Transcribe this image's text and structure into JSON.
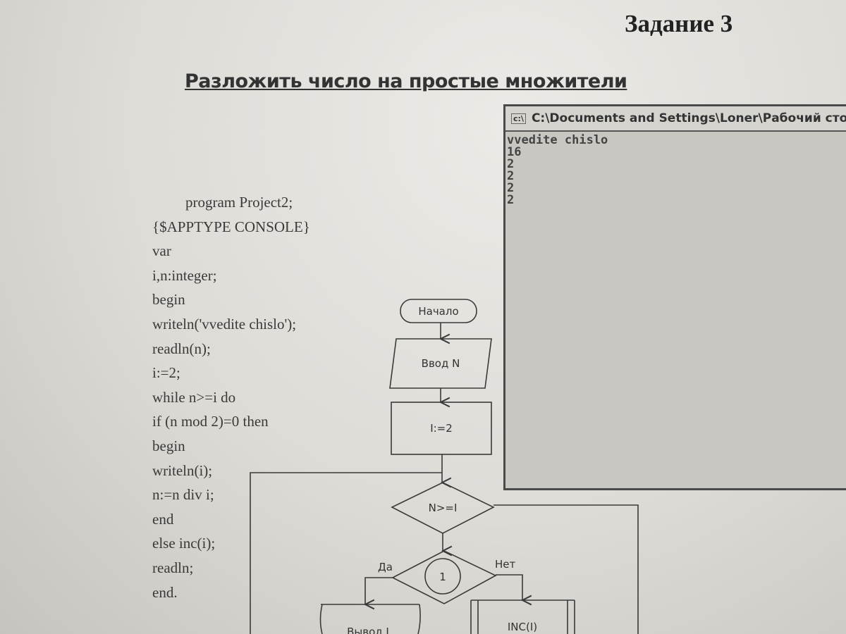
{
  "title": "Задание 3",
  "heading": "Разложить число на простые множители",
  "code_lines": [
    "program Project2;",
    "{$APPTYPE CONSOLE}",
    "var",
    "i,n:integer;",
    "begin",
    "writeln('vvedite chislo');",
    "readln(n);",
    "i:=2;",
    "while n>=i do",
    "if (n mod 2)=0 then",
    "begin",
    "writeln(i);",
    "n:=n div i;",
    "end",
    "else inc(i);",
    "readln;",
    "end."
  ],
  "console": {
    "icon": "c:\\",
    "title": "C:\\Documents and Settings\\Loner\\Рабочий стол\\",
    "lines": [
      "vvedite chislo",
      "16",
      "2",
      "2",
      "2",
      "2"
    ]
  },
  "flowchart": {
    "start": "Начало",
    "input": "Ввод N",
    "init": "I:=2",
    "condition": "N>=I",
    "connector": "1",
    "yes": "Да",
    "no": "Нет",
    "output": "Вывод I",
    "increment": "INC(I)"
  }
}
